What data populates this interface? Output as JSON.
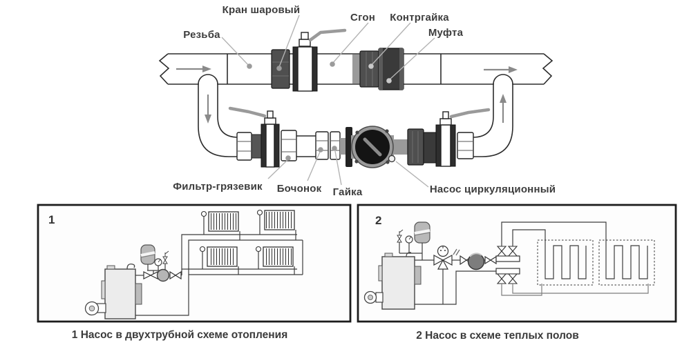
{
  "diagram": {
    "top_labels": {
      "ball_valve": "Кран шаровый",
      "union_nipple": "Сгон",
      "locknut": "Контргайка",
      "coupling": "Муфта",
      "thread": "Резьба"
    },
    "bottom_labels": {
      "filter": "Фильтр-грязевик",
      "barrel": "Бочонок",
      "nut": "Гайка",
      "pump": "Насос циркуляционный"
    },
    "schemes": [
      {
        "number": "1",
        "caption": "1 Насос в двухтрубной схеме отопления"
      },
      {
        "number": "2",
        "caption": "2 Насос в схеме теплых полов"
      }
    ],
    "colors": {
      "line": "#2b2b2b",
      "dark_fitting": "#4f4f4f",
      "black_fitting": "#2e2e2e",
      "pump_body": "#9a9a9a",
      "leader": "#b3b3b3",
      "text": "#3d3d3d"
    }
  }
}
